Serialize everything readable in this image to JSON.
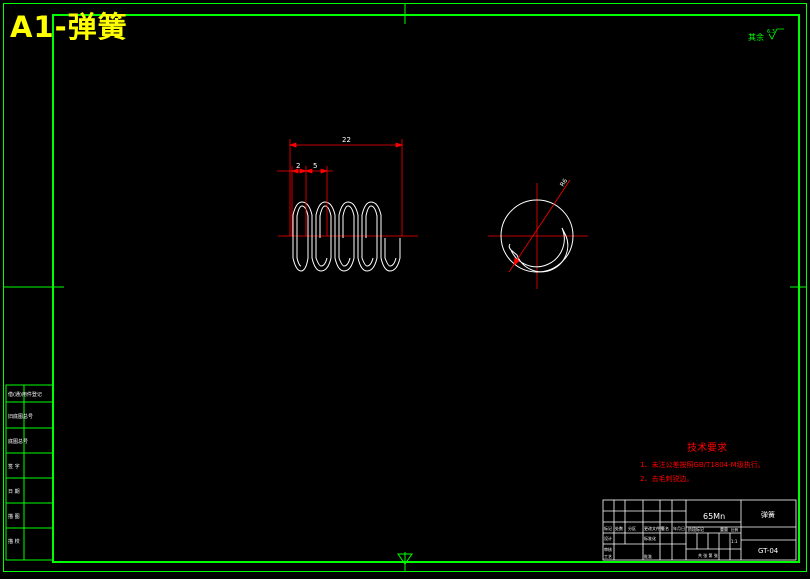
{
  "sheet": {
    "title": "A1-弹簧",
    "roughness_note": "其余",
    "roughness_value": "6.3"
  },
  "drawing": {
    "dim_total": "22",
    "dim_wire": "2",
    "dim_pitch": "5",
    "dim_radius": "R6"
  },
  "technical_requirements": {
    "heading": "技术要求",
    "items": [
      "1、未注公差按照GB/T1804-M级执行。",
      "2、去毛刺锐边。"
    ]
  },
  "left_strip": {
    "labels": [
      "借(通)用件登记",
      "旧底图总号",
      "底图总号",
      "签 字",
      "日 期",
      "描 图",
      "描 校"
    ]
  },
  "title_block": {
    "material": "65Mn",
    "part_name": "弹簧",
    "drawing_no": "GT-04",
    "ratio": "1:1",
    "sheet_info": "共 张 第 张",
    "small_labels": {
      "mark": "标记",
      "count": "处数",
      "zone": "分区",
      "change_doc": "更改文件号",
      "sign": "签名",
      "date": "年月日",
      "design": "设计",
      "standardize": "标准化",
      "stage_mark": "阶段标记",
      "weight": "重量",
      "scale": "比例",
      "review": "审核",
      "process": "工艺",
      "approve": "批准"
    }
  }
}
